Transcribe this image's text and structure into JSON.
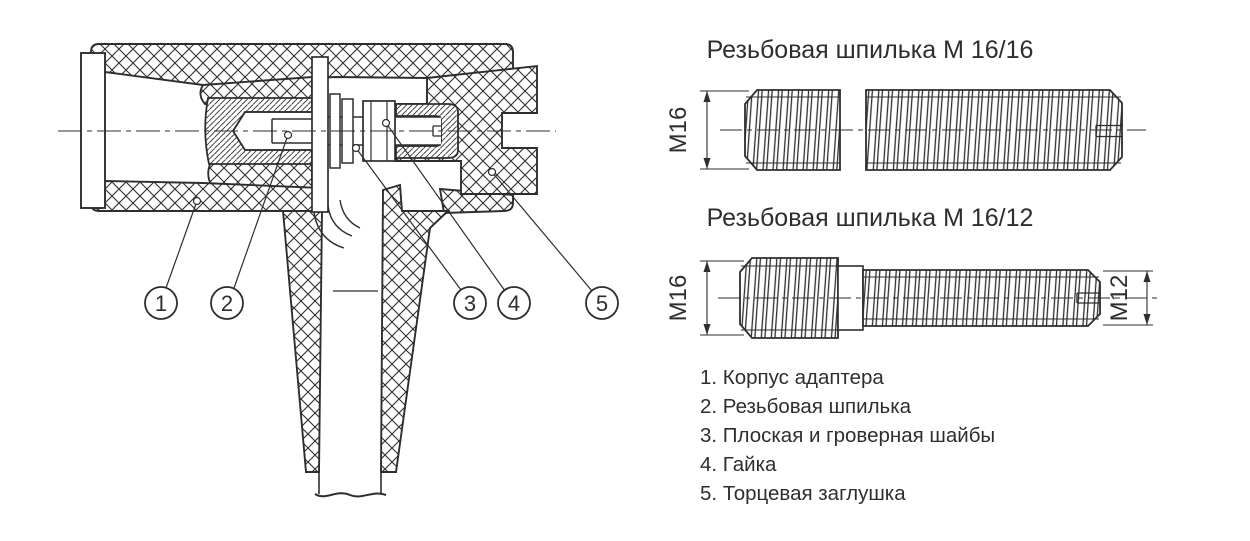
{
  "main_view": {
    "callouts": [
      {
        "number": "1"
      },
      {
        "number": "2"
      },
      {
        "number": "3"
      },
      {
        "number": "4"
      },
      {
        "number": "5"
      }
    ]
  },
  "studs": [
    {
      "title": "Резьбовая шпилька М 16/16",
      "dim_left": "М16"
    },
    {
      "title": "Резьбовая шпилька М 16/12",
      "dim_left": "М16",
      "dim_right": "М12"
    }
  ],
  "legend": {
    "items": [
      "1. Корпус адаптера",
      "2. Резьбовая шпилька",
      "3. Плоская и гроверная шайбы",
      "4. Гайка",
      "5. Торцевая заглушка"
    ]
  },
  "colors": {
    "line": "#2e2e2e",
    "background": "#ffffff"
  }
}
